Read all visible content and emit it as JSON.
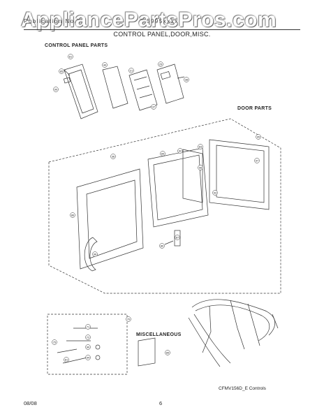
{
  "watermark": "AppliancePartsPros.com",
  "header": {
    "left": "Publication No.",
    "right": "5995xxxx",
    "title": "CONTROL PANEL,DOOR,MISC."
  },
  "sections": {
    "control_panel": "CONTROL PANEL PARTS",
    "door": "DOOR PARTS",
    "misc": "MISCELLANEOUS"
  },
  "caption": "CFMV156D_E Controls",
  "footer": {
    "date": "08/08",
    "page": "6"
  },
  "callouts": [
    "81",
    "85",
    "40",
    "90",
    "21",
    "25",
    "38",
    "37",
    "36",
    "89",
    "92",
    "83",
    "95",
    "97",
    "98",
    "93",
    "86",
    "87",
    "80",
    "96",
    "70",
    "71",
    "72",
    "75",
    "90",
    "94"
  ]
}
